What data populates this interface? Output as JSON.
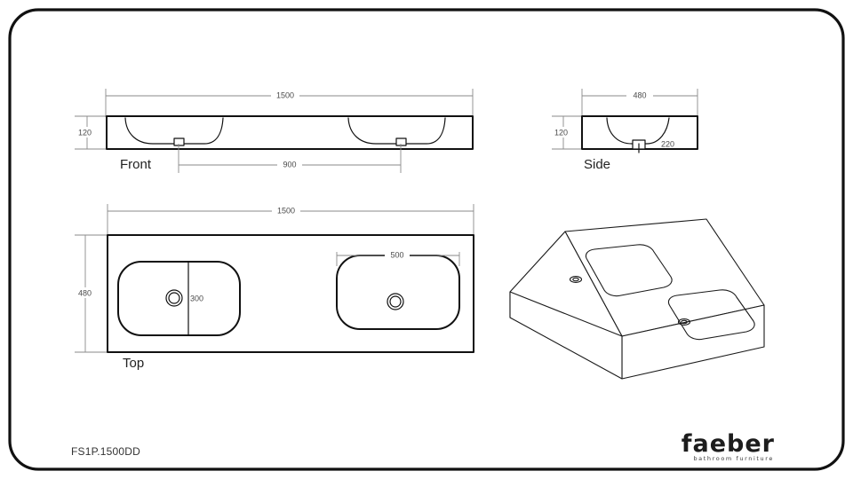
{
  "sheet": {
    "part_code": "FS1P.1500DD",
    "background_color": "#ffffff",
    "line_color": "#111111",
    "dim_color": "#8a8a8a"
  },
  "logo": {
    "word": "faeber",
    "tagline": "bathroom furniture"
  },
  "views": {
    "front": {
      "label": "Front",
      "dims": {
        "width": "1500",
        "height": "120",
        "basin_spacing": "900"
      }
    },
    "side": {
      "label": "Side",
      "dims": {
        "depth": "480",
        "height": "120",
        "bowl_width": "220"
      }
    },
    "top": {
      "label": "Top",
      "dims": {
        "width": "1500",
        "depth": "480",
        "basin_length_left": "300",
        "basin_length_right": "500"
      }
    },
    "isometric": {
      "label": ""
    }
  }
}
